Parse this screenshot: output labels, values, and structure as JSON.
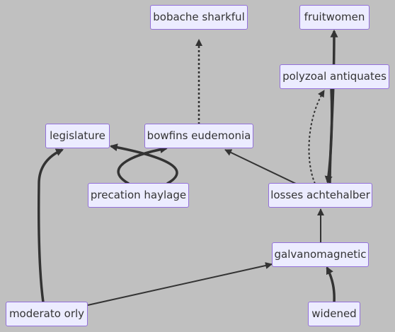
{
  "colors": {
    "background": "#c0c0c0",
    "node_fill": "#ececff",
    "node_border": "#9370db",
    "edge": "#333333",
    "text": "#333333"
  },
  "nodes": {
    "bobache_sharkful": "bobache sharkful",
    "fruitwomen": "fruitwomen",
    "polyzoal_antiquates": "polyzoal antiquates",
    "legislature": "legislature",
    "bowfins_eudemonia": "bowfins eudemonia",
    "precation_haylage": "precation haylage",
    "losses_achtehalber": "losses achtehalber",
    "galvanomagnetic": "galvanomagnetic",
    "moderato_orly": "moderato orly",
    "widened": "widened"
  },
  "edges": [
    {
      "from": "bowfins eudemonia",
      "to": "bobache sharkful",
      "style": "dotted"
    },
    {
      "from": "losses achtehalber",
      "to": "fruitwomen",
      "style": "thick"
    },
    {
      "from": "polyzoal antiquates",
      "to": "losses achtehalber",
      "style": "thick"
    },
    {
      "from": "losses achtehalber",
      "to": "polyzoal antiquates",
      "style": "dotted"
    },
    {
      "from": "losses achtehalber",
      "to": "bowfins eudemonia",
      "style": "normal"
    },
    {
      "from": "precation haylage",
      "to": "legislature",
      "style": "thick"
    },
    {
      "from": "precation haylage",
      "to": "bowfins eudemonia",
      "style": "thick"
    },
    {
      "from": "galvanomagnetic",
      "to": "losses achtehalber",
      "style": "normal"
    },
    {
      "from": "moderato orly",
      "to": "legislature",
      "style": "thick"
    },
    {
      "from": "moderato orly",
      "to": "galvanomagnetic",
      "style": "normal"
    },
    {
      "from": "widened",
      "to": "galvanomagnetic",
      "style": "thick"
    }
  ]
}
